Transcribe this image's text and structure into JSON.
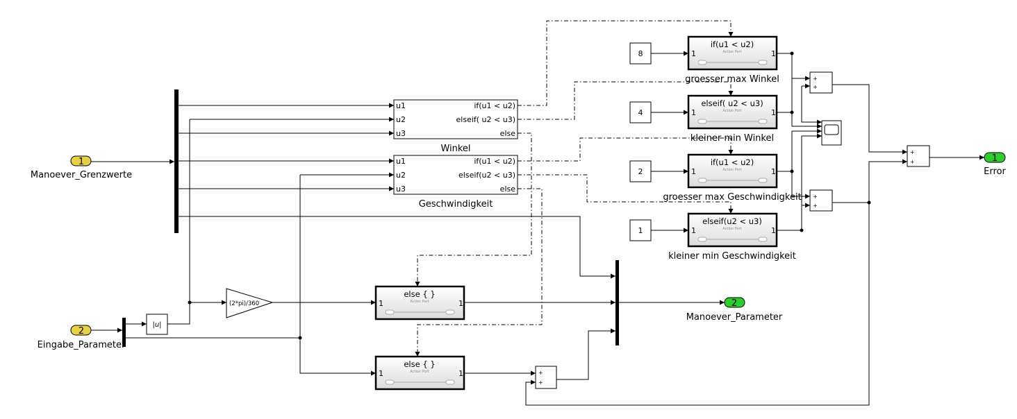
{
  "inports": [
    {
      "number": "1",
      "name": "Manoever_Grenzwerte",
      "color": "#e6d045"
    },
    {
      "number": "2",
      "name": "Eingabe_Parameter",
      "color": "#e6d045"
    }
  ],
  "outports": [
    {
      "number": "1",
      "name": "Error",
      "color": "#2ecc2e"
    },
    {
      "number": "2",
      "name": "Manoever_Parameter",
      "color": "#2ecc2e"
    }
  ],
  "if_blocks": [
    {
      "name": "Winkel",
      "inputs": [
        "u1",
        "u2",
        "u3"
      ],
      "outputs": [
        "if(u1 < u2)",
        "elseif( u2 < u3)",
        "else"
      ]
    },
    {
      "name": "Geschwindigkeit",
      "inputs": [
        "u1",
        "u2",
        "u3"
      ],
      "outputs": [
        "if(u1 < u2)",
        "elseif(u2 < u3)",
        "else"
      ]
    }
  ],
  "constants": [
    "8",
    "4",
    "2",
    "1"
  ],
  "action_subsystems": [
    {
      "title": "if(u1 < u2)",
      "name": "groesser max Winkel",
      "port_in": "1",
      "port_out": "1",
      "action_port": "Action Port"
    },
    {
      "title": "elseif( u2 < u3)",
      "name": "kleiner min Winkel",
      "port_in": "1",
      "port_out": "1",
      "action_port": "Action Port"
    },
    {
      "title": "if(u1 < u2)",
      "name": "groesser max Geschwindigkeit",
      "port_in": "1",
      "port_out": "1",
      "action_port": "Action Port"
    },
    {
      "title": "elseif(u2 < u3)",
      "name": "kleiner min Geschwindigkeit",
      "port_in": "1",
      "port_out": "1",
      "action_port": "Action Port"
    },
    {
      "title": "else { }",
      "name": "",
      "port_in": "1",
      "port_out": "1",
      "action_port": "Action Port"
    },
    {
      "title": "else { }",
      "name": "",
      "port_in": "1",
      "port_out": "1",
      "action_port": "Action Port"
    }
  ],
  "gain": {
    "value": "(2*pi)/360"
  },
  "abs": {
    "label": "|u|"
  },
  "sum": {
    "sign": "+"
  }
}
